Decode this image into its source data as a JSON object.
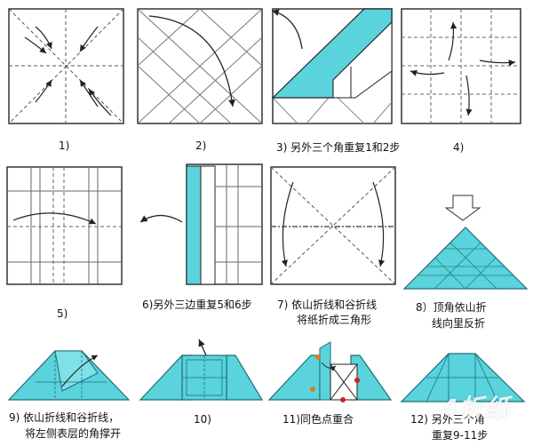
{
  "steps": [
    {
      "id": 1,
      "caption": "1)"
    },
    {
      "id": 2,
      "caption": "2)"
    },
    {
      "id": 3,
      "caption": "3) 另外三个角重复1和2步"
    },
    {
      "id": 4,
      "caption": "4)"
    },
    {
      "id": 5,
      "caption": "5)"
    },
    {
      "id": 6,
      "caption": "6)另外三边重复5和6步"
    },
    {
      "id": 7,
      "caption_line1": "7) 依山折线和谷折线",
      "caption_line2": "将纸折成三角形"
    },
    {
      "id": 8,
      "caption_line1": "8）顶角依山折",
      "caption_line2": "线向里反折"
    },
    {
      "id": 9,
      "caption_line1": "9) 依山折线和谷折线，",
      "caption_line2": "将左侧表层的角撑开"
    },
    {
      "id": 10,
      "caption": "10)"
    },
    {
      "id": 11,
      "caption": "11)同色点重合"
    },
    {
      "id": 12,
      "caption_line1": "12) 另外三个角",
      "caption_line2": "重复9-11步"
    }
  ],
  "watermark": "4折纸",
  "colors": {
    "paper": "#5ad3dc",
    "paper_dark": "#1f9aa6",
    "line": "#333333",
    "dot_orange": "#e07a1a",
    "dot_red": "#d01f1f"
  }
}
